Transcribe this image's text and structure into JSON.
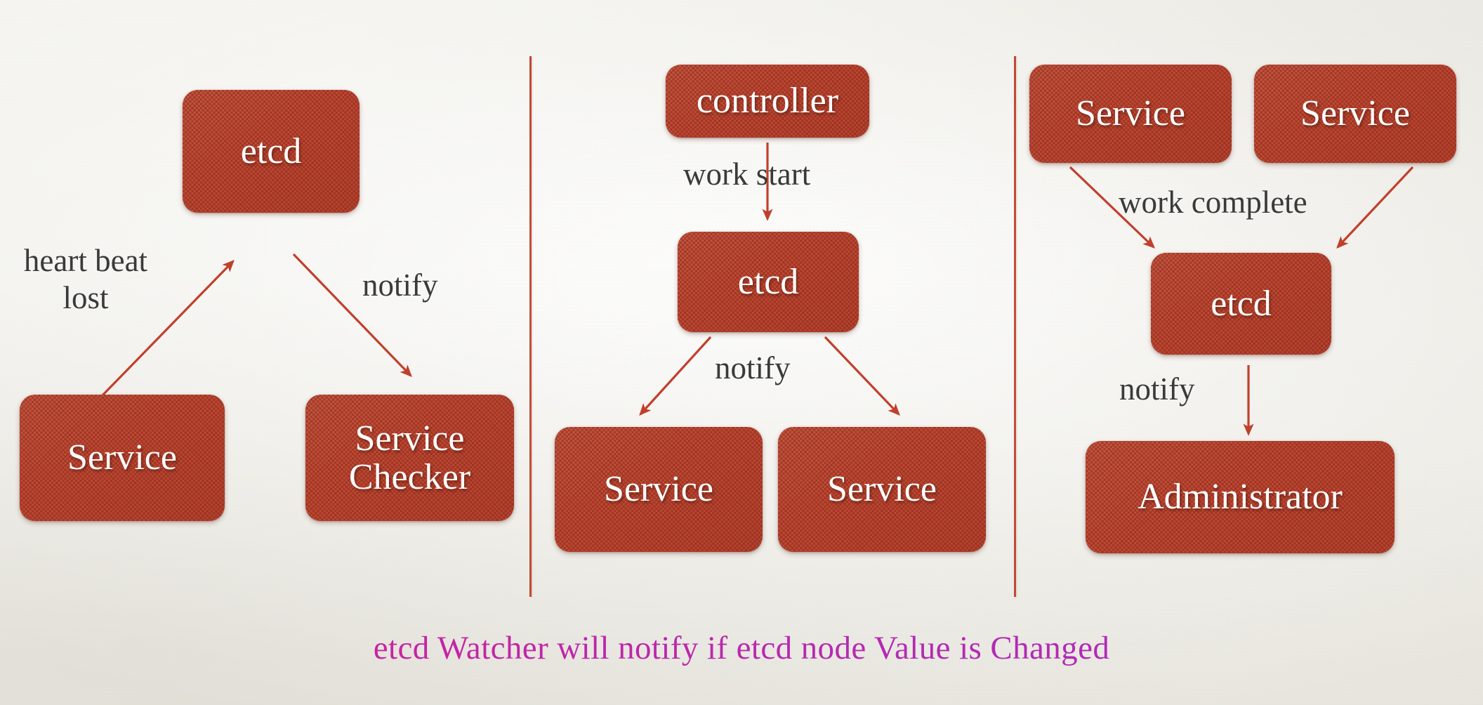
{
  "diagram": {
    "background_color": "#f1f0ea",
    "node_color": "#c14a34",
    "arrow_color": "#c0402c",
    "divider_color": "#bf4a33",
    "caption_color": "#c2279f",
    "edge_label_color": "#3a3a38"
  },
  "panels": [
    {
      "id": "failure-detection",
      "nodes": [
        {
          "id": "left-etcd",
          "label": "etcd"
        },
        {
          "id": "left-service",
          "label": "Service"
        },
        {
          "id": "left-service-checker",
          "label_line1": "Service",
          "label_line2": "Checker"
        }
      ],
      "edges": [
        {
          "id": "heart-beat-lost",
          "label_line1": "heart beat",
          "label_line2": "lost",
          "from": "left-service",
          "to": "left-etcd"
        },
        {
          "id": "notify-left",
          "label": "notify",
          "from": "left-etcd",
          "to": "left-service-checker"
        }
      ]
    },
    {
      "id": "work-start",
      "nodes": [
        {
          "id": "controller",
          "label": "controller"
        },
        {
          "id": "mid-etcd",
          "label": "etcd"
        },
        {
          "id": "mid-service-1",
          "label": "Service"
        },
        {
          "id": "mid-service-2",
          "label": "Service"
        }
      ],
      "edges": [
        {
          "id": "work-start",
          "label": "work start",
          "from": "controller",
          "to": "mid-etcd"
        },
        {
          "id": "notify-mid",
          "label": "notify",
          "from": "mid-etcd",
          "to": "mid-service-1, mid-service-2"
        }
      ]
    },
    {
      "id": "work-complete",
      "nodes": [
        {
          "id": "right-service-1",
          "label": "Service"
        },
        {
          "id": "right-service-2",
          "label": "Service"
        },
        {
          "id": "right-etcd",
          "label": "etcd"
        },
        {
          "id": "administrator",
          "label": "Administrator"
        }
      ],
      "edges": [
        {
          "id": "work-complete",
          "label": "work complete",
          "from": "right-service-1, right-service-2",
          "to": "right-etcd"
        },
        {
          "id": "notify-right",
          "label": "notify",
          "from": "right-etcd",
          "to": "administrator"
        }
      ]
    }
  ],
  "caption": {
    "text": "etcd Watcher will notify if etcd node Value is Changed"
  }
}
